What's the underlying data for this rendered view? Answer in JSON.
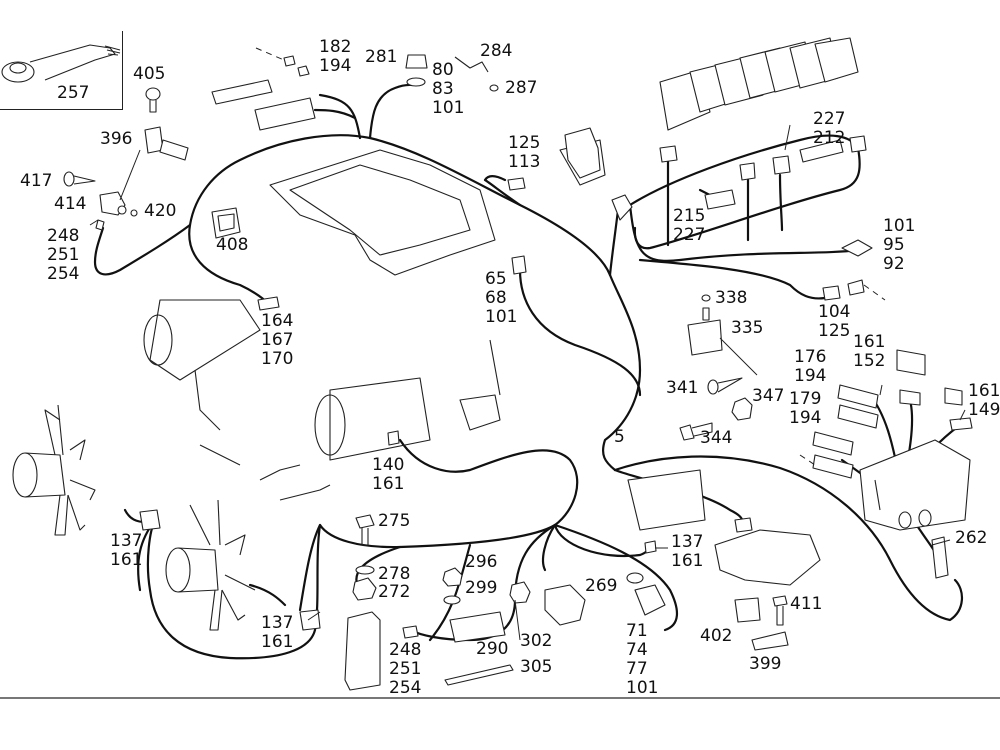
{
  "diagram": {
    "type": "exploded parts diagram - engine wiring harness",
    "callouts": [
      {
        "id": "257",
        "lines": [
          "257"
        ]
      },
      {
        "id": "405",
        "lines": [
          "405"
        ]
      },
      {
        "id": "396",
        "lines": [
          "396"
        ]
      },
      {
        "id": "417",
        "lines": [
          "417"
        ]
      },
      {
        "id": "414",
        "lines": [
          "414"
        ]
      },
      {
        "id": "420",
        "lines": [
          "420"
        ]
      },
      {
        "id": "248-251-254-top",
        "lines": [
          "248",
          "251",
          "254"
        ]
      },
      {
        "id": "408",
        "lines": [
          "408"
        ]
      },
      {
        "id": "182-194",
        "lines": [
          "182",
          "194"
        ]
      },
      {
        "id": "281",
        "lines": [
          "281"
        ]
      },
      {
        "id": "80-83-101",
        "lines": [
          "80",
          "83",
          "101"
        ]
      },
      {
        "id": "284",
        "lines": [
          "284"
        ]
      },
      {
        "id": "287",
        "lines": [
          "287"
        ]
      },
      {
        "id": "125-113",
        "lines": [
          "125",
          "113"
        ]
      },
      {
        "id": "227-212",
        "lines": [
          "227",
          "212"
        ]
      },
      {
        "id": "215-227",
        "lines": [
          "215",
          "227"
        ]
      },
      {
        "id": "101-95-92",
        "lines": [
          "101",
          "95",
          "92"
        ]
      },
      {
        "id": "65-68-101",
        "lines": [
          "65",
          "68",
          "101"
        ]
      },
      {
        "id": "164-167-170",
        "lines": [
          "164",
          "167",
          "170"
        ]
      },
      {
        "id": "338",
        "lines": [
          "338"
        ]
      },
      {
        "id": "335",
        "lines": [
          "335"
        ]
      },
      {
        "id": "104-125",
        "lines": [
          "104",
          "125"
        ]
      },
      {
        "id": "161-152",
        "lines": [
          "161",
          "152"
        ]
      },
      {
        "id": "176-194",
        "lines": [
          "176",
          "194"
        ]
      },
      {
        "id": "179-194",
        "lines": [
          "179",
          "194"
        ]
      },
      {
        "id": "161-149",
        "lines": [
          "161",
          "149"
        ]
      },
      {
        "id": "341",
        "lines": [
          "341"
        ]
      },
      {
        "id": "347",
        "lines": [
          "347"
        ]
      },
      {
        "id": "344",
        "lines": [
          "344"
        ]
      },
      {
        "id": "5",
        "lines": [
          "5"
        ]
      },
      {
        "id": "140-161",
        "lines": [
          "140",
          "161"
        ]
      },
      {
        "id": "137-161-left",
        "lines": [
          "137",
          "161"
        ]
      },
      {
        "id": "137-161-mid",
        "lines": [
          "137",
          "161"
        ]
      },
      {
        "id": "137-161-right",
        "lines": [
          "137",
          "161"
        ]
      },
      {
        "id": "275",
        "lines": [
          "275"
        ]
      },
      {
        "id": "278",
        "lines": [
          "278"
        ]
      },
      {
        "id": "272",
        "lines": [
          "272"
        ]
      },
      {
        "id": "248-251-254-bottom",
        "lines": [
          "248",
          "251",
          "254"
        ]
      },
      {
        "id": "296",
        "lines": [
          "296"
        ]
      },
      {
        "id": "299",
        "lines": [
          "299"
        ]
      },
      {
        "id": "302",
        "lines": [
          "302"
        ]
      },
      {
        "id": "290",
        "lines": [
          "290"
        ]
      },
      {
        "id": "305",
        "lines": [
          "305"
        ]
      },
      {
        "id": "269",
        "lines": [
          "269"
        ]
      },
      {
        "id": "71-74-77-101",
        "lines": [
          "71",
          "74",
          "77",
          "101"
        ]
      },
      {
        "id": "402",
        "lines": [
          "402"
        ]
      },
      {
        "id": "411",
        "lines": [
          "411"
        ]
      },
      {
        "id": "399",
        "lines": [
          "399"
        ]
      },
      {
        "id": "262",
        "lines": [
          "262"
        ]
      }
    ]
  }
}
